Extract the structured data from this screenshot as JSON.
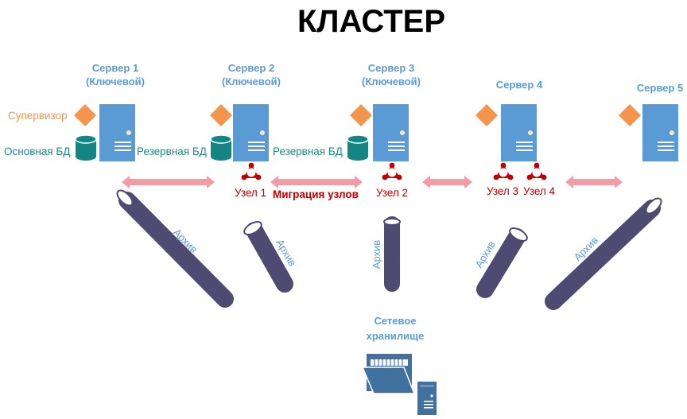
{
  "title": "КЛАСТЕР",
  "servers": [
    {
      "name": "Сервер 1",
      "role": "(Ключевой)"
    },
    {
      "name": "Сервер 2",
      "role": "(Ключевой)"
    },
    {
      "name": "Сервер 3",
      "role": "(Ключевой)"
    },
    {
      "name": "Сервер 4",
      "role": ""
    },
    {
      "name": "Сервер 5",
      "role": ""
    }
  ],
  "labels": {
    "supervisor": "Супервизор",
    "primary_db": "Основная БД",
    "backup_db_1": "Резервная БД",
    "backup_db_2": "Резервная БД",
    "migration": "Миграция узлов"
  },
  "nodes": [
    "Узел 1",
    "Узел 2",
    "Узел 3",
    "Узел 4"
  ],
  "archive_label": "Архив",
  "storage": {
    "line1": "Сетевое",
    "line2": "хранилище"
  },
  "colors": {
    "server": "#5b9bd5",
    "supervisor": "#f4944d",
    "database": "#138585",
    "node": "#c00000",
    "arrow": "#f19ca6",
    "pipe": "#4f4a72",
    "storage": "#41729f"
  }
}
